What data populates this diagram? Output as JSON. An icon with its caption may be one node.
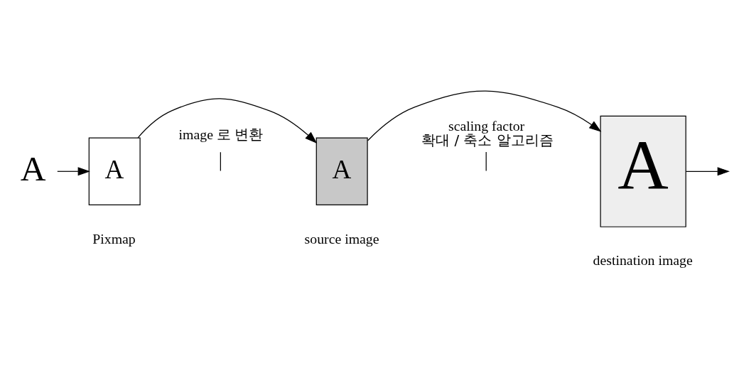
{
  "diagram": {
    "nodes": [
      {
        "text": [
          "A"
        ]
      },
      {
        "text": [
          "A"
        ],
        "beside": [
          "Pixmap"
        ]
      },
      {
        "text": [
          "A"
        ],
        "beside": [
          "source image"
        ]
      },
      {
        "text": [
          "A"
        ],
        "beside": [
          "destination image"
        ]
      },
      {
        "text": [
          "image 로 변환"
        ]
      },
      {
        "text": [
          "scaling factor",
          "확대 / 축소 알고리즘"
        ]
      }
    ],
    "edges": [
      {
        "from": 0,
        "to": 1,
        "arrow": "to"
      },
      {
        "from": 1,
        "to": 2,
        "arrow": "to"
      },
      {
        "from": 2,
        "to": 3,
        "arrow": "to"
      },
      {
        "from": 3,
        "to": null,
        "arrow": "to"
      },
      {
        "from": 4,
        "to": null,
        "arrow": "none"
      },
      {
        "from": 5,
        "to": null,
        "arrow": "none"
      }
    ]
  }
}
